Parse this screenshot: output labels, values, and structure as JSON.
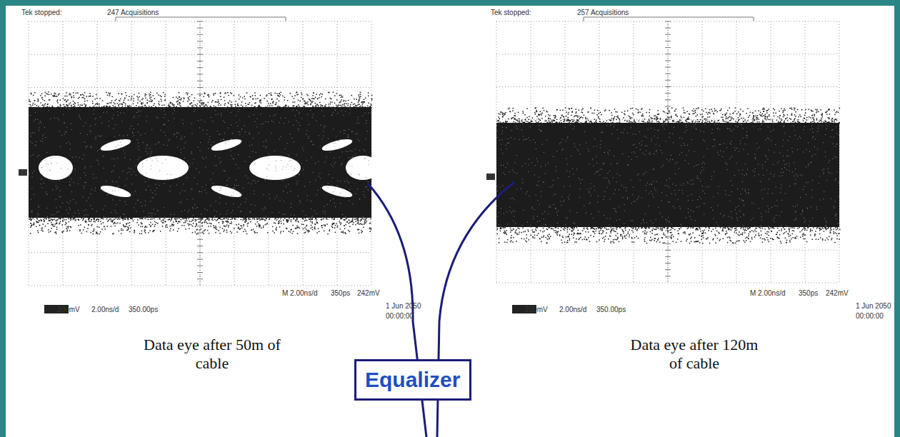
{
  "diagram": {
    "nodes": [
      {
        "text": [
          "Equalizer"
        ]
      }
    ],
    "labels": [
      "Tek stopped:",
      "247 Acquisitions",
      "M 2.00ns/d",
      "350ps",
      "242mV",
      "1 Jun 2050",
      "00:00:00",
      "200mV",
      "2.00ns/d",
      "350.00ps",
      "Data eye after 50m of cable",
      "Tek stopped:",
      "257 Acquisitions",
      "M 2.00ns/d",
      "350ps",
      "242mV",
      "1 Jun 2050",
      "00:00:00",
      "200mV",
      "2.00ns/d",
      "350.00ps",
      "Data eye after 120m of cable"
    ]
  }
}
